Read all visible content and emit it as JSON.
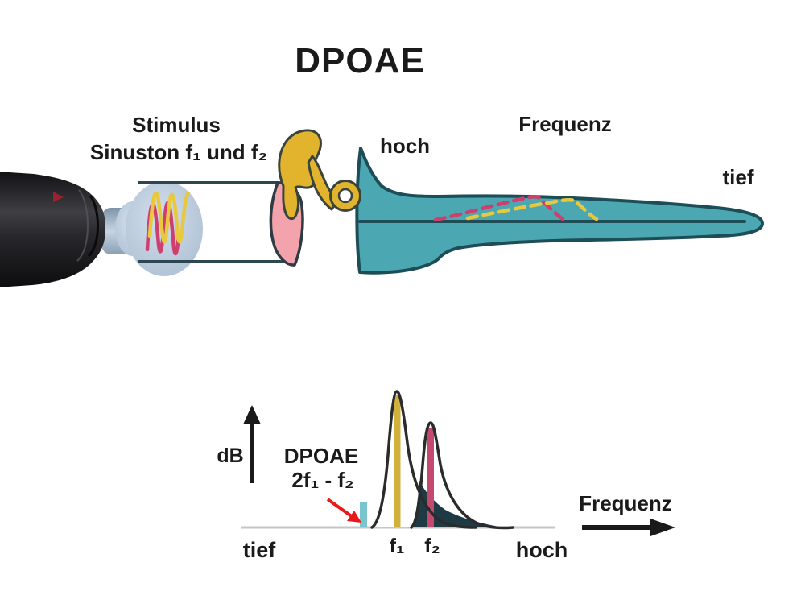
{
  "title": "DPOAE",
  "top_diagram": {
    "stimulus_line1": "Stimulus",
    "stimulus_line2": "Sinuston f₁ und f₂",
    "frequency_label": "Frequenz",
    "high_label": "hoch",
    "low_label": "tief",
    "parts": [
      {
        "name": "oae-probe",
        "description": "ear probe photo, dark device"
      },
      {
        "name": "probe-ear-tip",
        "description": "soft blue-grey ear tip emitting two sine tones"
      },
      {
        "name": "ear-canal",
        "description": "two dark wall lines"
      },
      {
        "name": "eardrum",
        "description": "pink tympanic membrane"
      },
      {
        "name": "ossicles",
        "description": "yellow ossicular chain with oval-window ring"
      },
      {
        "name": "cochlea-unrolled",
        "description": "teal uncoiled cochlea, basilar membrane line, dashed travelling waves for f1 (yellow) and f2 (pink)"
      }
    ]
  },
  "chart_data": {
    "type": "area",
    "title": "",
    "xlabel": "Frequenz",
    "ylabel": "dB",
    "x_tick_labels": [
      "tief",
      "hoch"
    ],
    "x_axis_semantic": "frequency low → high, schematic (no numeric scale)",
    "grid": false,
    "legend": false,
    "peaks": [
      {
        "label": "f₁",
        "x_rel": 0.5,
        "height_rel": 1.0,
        "bar_color": "#D1B13E",
        "role": "stimulus tone 1, tall narrow peak"
      },
      {
        "label": "f₂",
        "x_rel": 0.61,
        "height_rel": 0.76,
        "bar_color": "#C34A6E",
        "role": "stimulus tone 2, smaller peak"
      },
      {
        "label": "2f₁ - f₂",
        "x_rel": 0.385,
        "height_rel": 0.19,
        "bar_color": "#79C5CF",
        "role": "distortion-product emission bar"
      }
    ],
    "annotation": {
      "line1": "DPOAE",
      "line2": "2f₁ - f₂",
      "arrow_color": "#E81A1A",
      "points_to": "teal emission bar"
    },
    "overlap_region_color": "#1E3A44"
  },
  "colors": {
    "text": "#1a1a1a",
    "cochlea_fill": "#4BA8B2",
    "cochlea_outline": "#1D4D57",
    "ossicle_fill": "#E2B32C",
    "ossicle_outline": "#39443A",
    "eardrum_fill": "#F2A3AB",
    "eardrum_outline": "#2F3B42",
    "canal_line": "#2C4750",
    "ear_tip": "#B6C7DA",
    "wave_f1_yellow": "#E8C93E",
    "wave_f2_pink": "#CF3F6E",
    "curve_stroke": "#2B2B2B",
    "bar_f1": "#D1B13E",
    "bar_f2": "#C34A6E",
    "bar_dpoae": "#79C5CF",
    "overlap_fill": "#1E3A44",
    "axis_gray": "#C6C6C6",
    "arrow_black": "#1A1A1A",
    "annotation_arrow_red": "#E81A1A"
  }
}
